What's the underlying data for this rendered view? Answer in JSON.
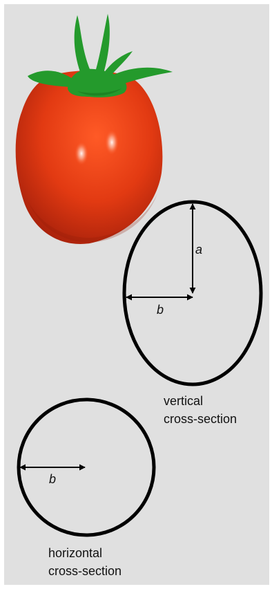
{
  "colors": {
    "background": "#e0e0e0",
    "tomato_light": "#ff5a26",
    "tomato_mid": "#e23a12",
    "tomato_dark": "#a5200b",
    "stem": "#249a2c",
    "stem_dark": "#17721d",
    "outline": "#000000"
  },
  "vertical_section": {
    "label_a": "a",
    "label_b": "b",
    "caption_line1": "vertical",
    "caption_line2": "cross-section"
  },
  "horizontal_section": {
    "label_b": "b",
    "caption_line1": "horizontal",
    "caption_line2": "cross-section"
  }
}
